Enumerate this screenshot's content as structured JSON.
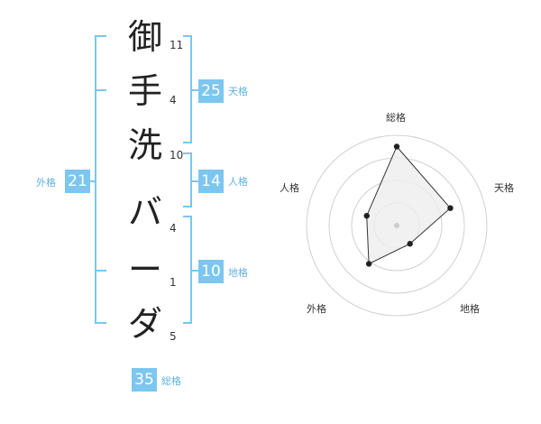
{
  "name": {
    "characters": [
      {
        "char": "御",
        "strokes": "11"
      },
      {
        "char": "手",
        "strokes": "4"
      },
      {
        "char": "洗",
        "strokes": "10"
      },
      {
        "char": "バ",
        "strokes": "4"
      },
      {
        "char": "ー",
        "strokes": "1"
      },
      {
        "char": "ダ",
        "strokes": "5"
      }
    ]
  },
  "fortune": {
    "tenkaku": {
      "value": "25",
      "label": "天格"
    },
    "jinkaku": {
      "value": "14",
      "label": "人格"
    },
    "chikaku": {
      "value": "10",
      "label": "地格"
    },
    "gaikaku": {
      "value": "21",
      "label": "外格"
    },
    "soukaku": {
      "value": "35",
      "label": "総格"
    }
  },
  "chart_data": {
    "type": "radar",
    "axes": [
      "総格",
      "天格",
      "地格",
      "外格",
      "人格"
    ],
    "values": [
      35,
      25,
      10,
      21,
      14
    ],
    "rings": 4
  },
  "colors": {
    "accent": "#7cc6ef",
    "label": "#5fb3e3",
    "bracket": "#7cc6ef"
  }
}
